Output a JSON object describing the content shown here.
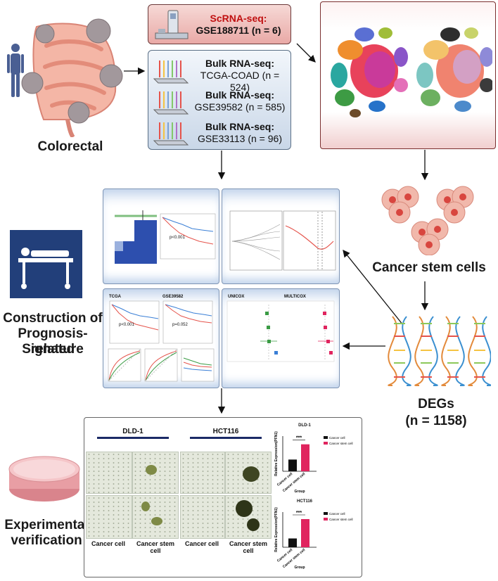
{
  "colorectal": {
    "label": "Colorectal"
  },
  "scrna": {
    "title": "ScRNA-seq:",
    "dataset": "GSE188711 (n = 6)"
  },
  "bulk": [
    {
      "title": "Bulk RNA-seq:",
      "dataset": "TCGA-COAD (n = 524)"
    },
    {
      "title": "Bulk RNA-seq:",
      "dataset": "GSE39582 (n = 585)"
    },
    {
      "title": "Bulk RNA-seq:",
      "dataset": "GSE33113 (n = 96)"
    }
  ],
  "csc": {
    "label": "Cancer stem cells"
  },
  "degs": {
    "label": "DEGs",
    "count": "(n = 1158)"
  },
  "prognosis": {
    "line1": "Construction of",
    "line2": "Prognosis-related",
    "line3": "Signature"
  },
  "km": {
    "p1": "p<0.001",
    "p2": "p<0.001",
    "p3": "p=0.052",
    "label1": "TCGA",
    "label2": "GSE39582"
  },
  "forest": {
    "uni": "UNICOX",
    "multi": "MULTICOX"
  },
  "experimental": {
    "line1": "Experimental",
    "line2": "verification"
  },
  "exp": {
    "cell_lines": [
      "DLD-1",
      "HCT116"
    ],
    "col_labels": [
      "Cancer cell",
      "Cancer stem cell",
      "Cancer cell",
      "Cancer stem cell"
    ],
    "sig": "***",
    "ylabel": "Relative Expression(PFN1)",
    "xlabel": "Group",
    "legend": [
      "Cancer cell",
      "Cancer stem cell"
    ],
    "bar_labels": [
      "Cancer cell",
      "Cancer stem cell"
    ]
  },
  "bar_data": [
    {
      "title": "DLD-1",
      "values": [
        1.0,
        2.3
      ],
      "ymax": 3
    },
    {
      "title": "HCT116",
      "values": [
        1.0,
        3.2
      ],
      "ymax": 4
    }
  ],
  "colors": {
    "cancer_cell": "#111111",
    "cancer_stem_cell": "#e0245e",
    "panel_border": "#7c93b4",
    "arrow": "#111111"
  }
}
